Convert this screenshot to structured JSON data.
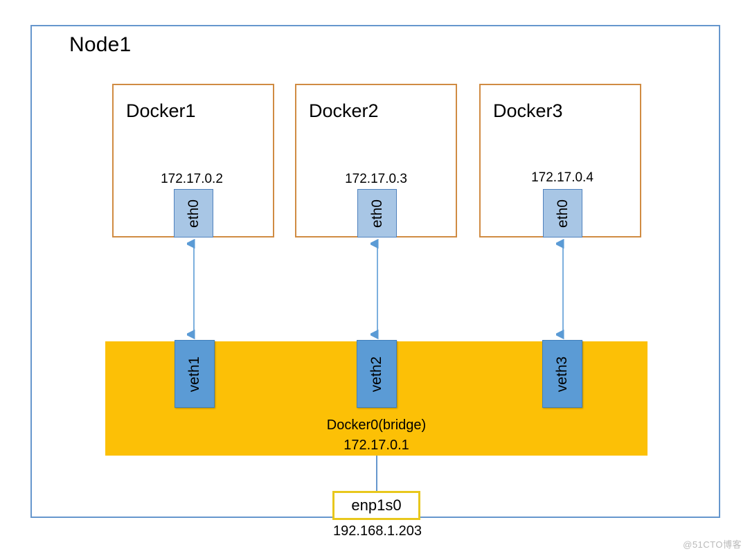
{
  "diagram": {
    "node": {
      "title": "Node1",
      "border_color": "#6596cd"
    },
    "containers": [
      {
        "name": "Docker1",
        "ip": "172.17.0.2",
        "interface": "eth0",
        "border_color": "#d08b42"
      },
      {
        "name": "Docker2",
        "ip": "172.17.0.3",
        "interface": "eth0",
        "border_color": "#d08b42"
      },
      {
        "name": "Docker3",
        "ip": "172.17.0.4",
        "interface": "eth0",
        "border_color": "#d08b42"
      }
    ],
    "bridge": {
      "veths": [
        "veth1",
        "veth2",
        "veth3"
      ],
      "name": "Docker0(bridge)",
      "ip": "172.17.0.1",
      "fill_color": "#fcc006"
    },
    "uplink": {
      "interface": "enp1s0",
      "ip": "192.168.1.203",
      "border_color": "#e8c71c"
    },
    "link_color": "#5b9bd5",
    "watermark": "@51CTO博客"
  }
}
